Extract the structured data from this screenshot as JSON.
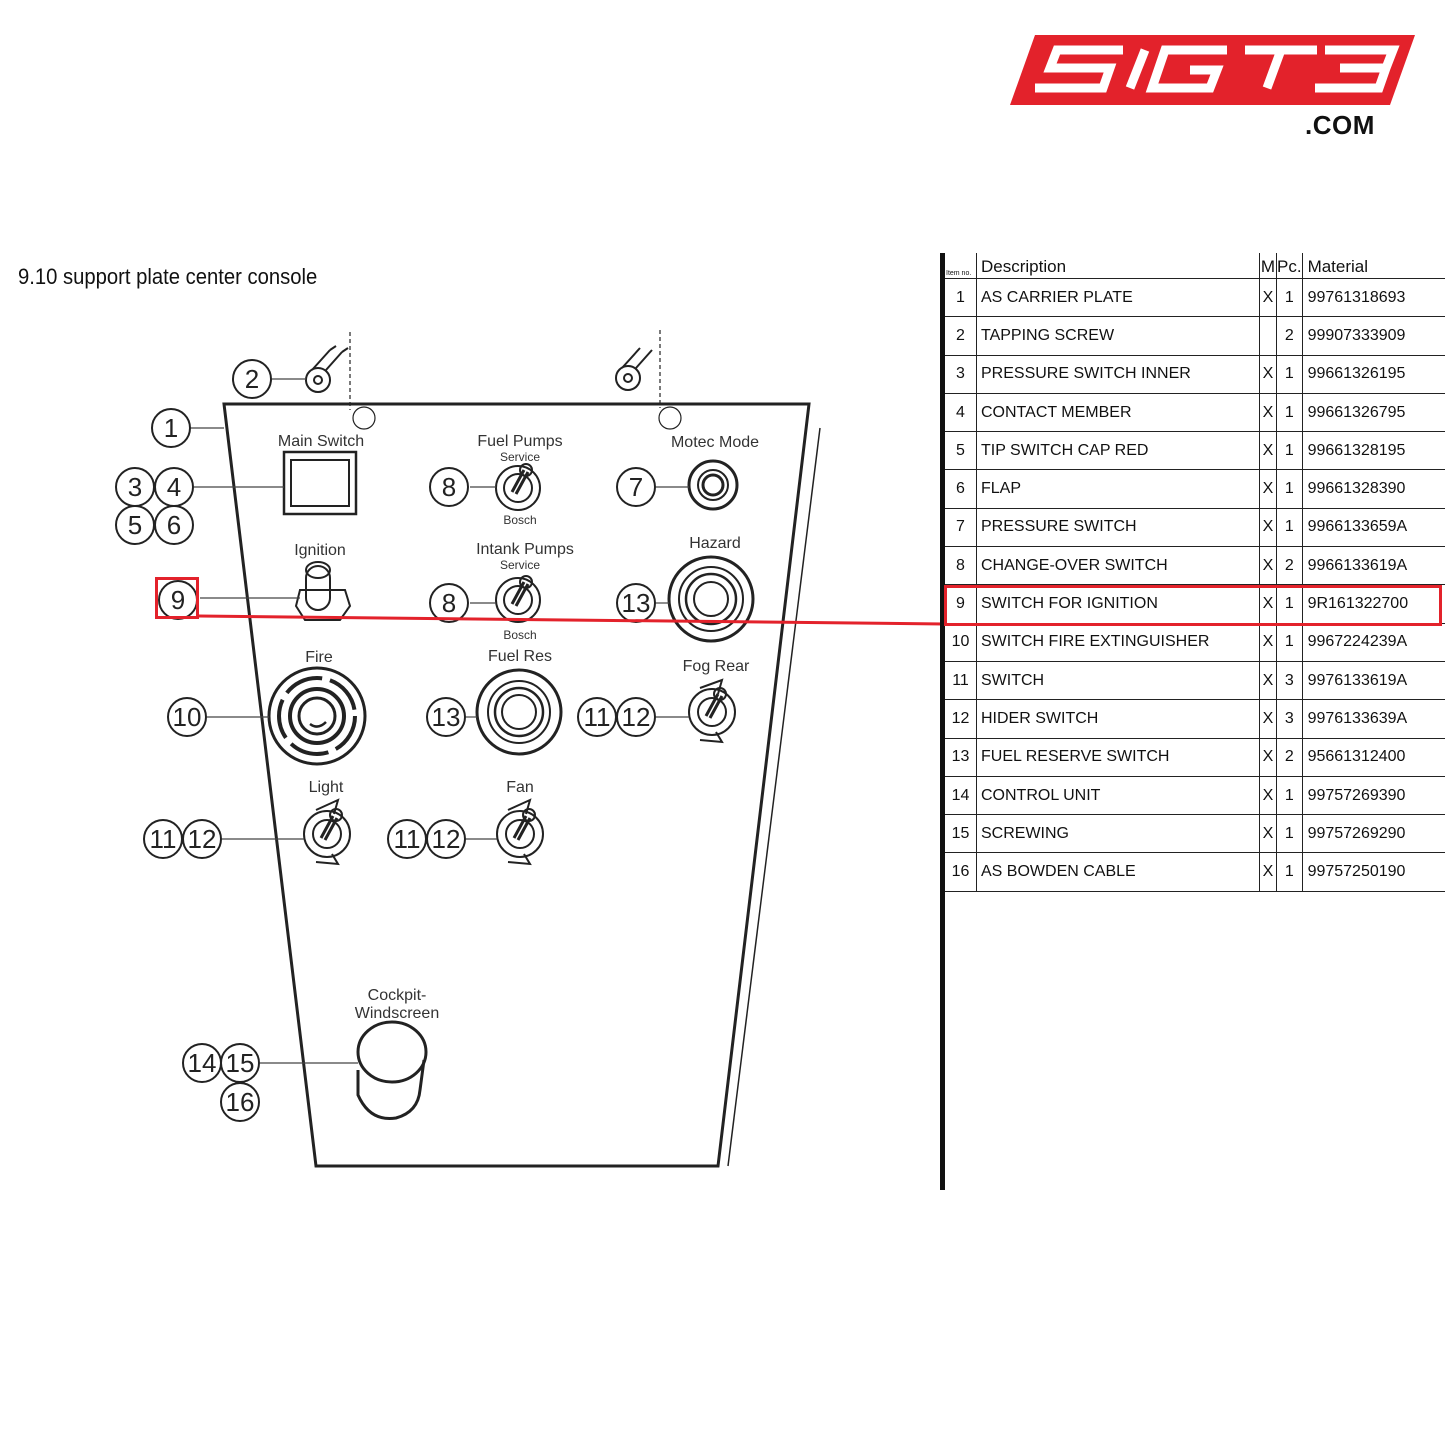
{
  "brand": {
    "logo_text": "SIGT3",
    "domain_suffix": ".COM",
    "color": "#e3222b"
  },
  "section_title": "9.10  support plate center console",
  "diagram": {
    "labels": {
      "main_switch": "Main Switch",
      "fuel_pumps": "Fuel Pumps",
      "fuel_pumps_service": "Service",
      "fuel_pumps_bosch": "Bosch",
      "motec_mode": "Motec Mode",
      "ignition": "Ignition",
      "intank_pumps": "Intank Pumps",
      "intank_pumps_service": "Service",
      "intank_pumps_bosch": "Bosch",
      "hazard": "Hazard",
      "fire": "Fire",
      "fuel_res": "Fuel Res",
      "fog_rear": "Fog Rear",
      "light": "Light",
      "fan": "Fan",
      "cockpit_1": "Cockpit-",
      "cockpit_2": "Windscreen"
    },
    "callouts": {
      "c1": "1",
      "c2": "2",
      "c3": "3",
      "c4": "4",
      "c5": "5",
      "c6": "6",
      "c7": "7",
      "c8a": "8",
      "c8b": "8",
      "c9": "9",
      "c10": "10",
      "c11a": "11",
      "c12a": "12",
      "c13a": "13",
      "c13b": "13",
      "c11b": "11",
      "c12b": "12",
      "c11c": "11",
      "c12c": "12",
      "c14": "14",
      "c15": "15",
      "c16": "16"
    },
    "highlighted_item": "9"
  },
  "parts_table": {
    "headers": {
      "item_no": "Item no.",
      "description": "Description",
      "m": "M",
      "pc": "Pc.",
      "material": "Material"
    },
    "rows": [
      {
        "no": "1",
        "desc": "AS CARRIER PLATE",
        "m": "X",
        "pc": "1",
        "mat": "99761318693"
      },
      {
        "no": "2",
        "desc": "TAPPING SCREW",
        "m": "",
        "pc": "2",
        "mat": "99907333909"
      },
      {
        "no": "3",
        "desc": "PRESSURE SWITCH INNER",
        "m": "X",
        "pc": "1",
        "mat": "99661326195"
      },
      {
        "no": "4",
        "desc": "CONTACT MEMBER",
        "m": "X",
        "pc": "1",
        "mat": "99661326795"
      },
      {
        "no": "5",
        "desc": "TIP SWITCH CAP RED",
        "m": "X",
        "pc": "1",
        "mat": "99661328195"
      },
      {
        "no": "6",
        "desc": "FLAP",
        "m": "X",
        "pc": "1",
        "mat": "99661328390"
      },
      {
        "no": "7",
        "desc": "PRESSURE SWITCH",
        "m": "X",
        "pc": "1",
        "mat": "9966133659A"
      },
      {
        "no": "8",
        "desc": "CHANGE-OVER SWITCH",
        "m": "X",
        "pc": "2",
        "mat": "9966133619A"
      },
      {
        "no": "9",
        "desc": "SWITCH FOR IGNITION",
        "m": "X",
        "pc": "1",
        "mat": "9R161322700"
      },
      {
        "no": "10",
        "desc": "SWITCH FIRE EXTINGUISHER",
        "m": "X",
        "pc": "1",
        "mat": "9967224239A"
      },
      {
        "no": "11",
        "desc": "SWITCH",
        "m": "X",
        "pc": "3",
        "mat": "9976133619A"
      },
      {
        "no": "12",
        "desc": "HIDER SWITCH",
        "m": "X",
        "pc": "3",
        "mat": "9976133639A"
      },
      {
        "no": "13",
        "desc": "FUEL RESERVE SWITCH",
        "m": "X",
        "pc": "2",
        "mat": "95661312400"
      },
      {
        "no": "14",
        "desc": "CONTROL UNIT",
        "m": "X",
        "pc": "1",
        "mat": "99757269390"
      },
      {
        "no": "15",
        "desc": "SCREWING",
        "m": "X",
        "pc": "1",
        "mat": "99757269290"
      },
      {
        "no": "16",
        "desc": "AS BOWDEN CABLE",
        "m": "X",
        "pc": "1",
        "mat": "99757250190"
      }
    ]
  }
}
